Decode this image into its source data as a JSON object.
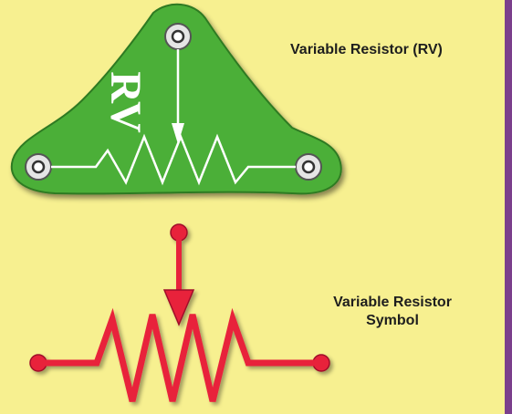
{
  "component": {
    "board_text": "RV",
    "board_color": "#4caf38",
    "title": "Variable Resistor (RV)"
  },
  "symbol": {
    "title_line1": "Variable Resistor",
    "title_line2": "Symbol",
    "color": "#e8213a"
  },
  "colors": {
    "background": "#f7f090",
    "border": "#7b3f8c"
  }
}
